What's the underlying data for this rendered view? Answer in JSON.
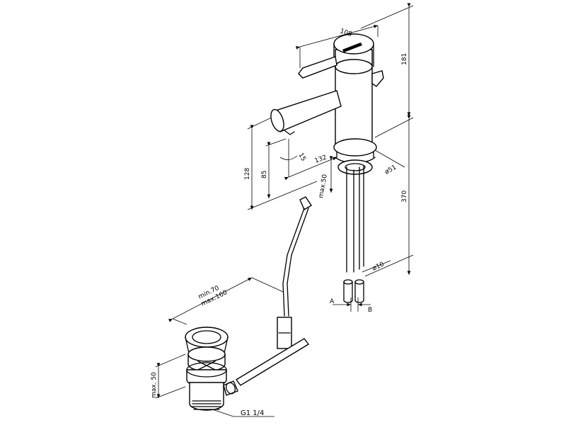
{
  "dimensions": {
    "d108": "108",
    "d181": "181",
    "d370": "370",
    "d128": "128",
    "d85": "85",
    "d132": "132",
    "d15": "15",
    "d51": "ø51",
    "dmax50_top": "max.50",
    "d10": "ø10",
    "min70": "min.70",
    "max160": "max.160",
    "dmax50_bottom": "max. 50",
    "thread": "G1 1/4",
    "labelA": "A",
    "labelB": "B"
  }
}
